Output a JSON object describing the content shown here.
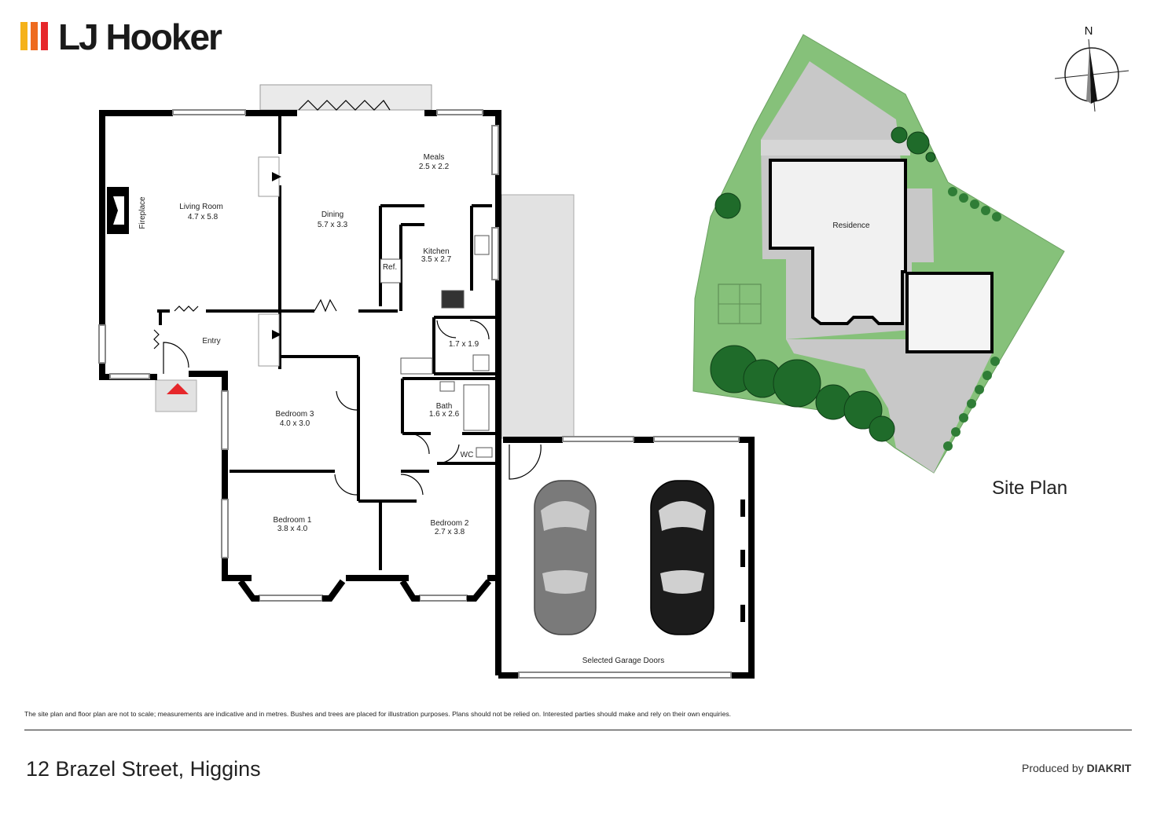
{
  "brand": {
    "name": "LJ Hooker",
    "bar_colors": [
      "#f5b21a",
      "#ee6b1f",
      "#e6272b"
    ]
  },
  "compass": {
    "label": "N"
  },
  "floor_plan": {
    "rooms": [
      {
        "name": "Living Room",
        "size": "4.7 x 5.8"
      },
      {
        "name": "Dining",
        "size": "5.7 x 3.3"
      },
      {
        "name": "Meals",
        "size": "2.5 x 2.2"
      },
      {
        "name": "Kitchen",
        "size": "3.5 x 2.7"
      },
      {
        "name": "Bedroom 3",
        "size": "4.0 x 3.0"
      },
      {
        "name": "Bedroom 1",
        "size": "3.8 x 4.0"
      },
      {
        "name": "Bedroom 2",
        "size": "2.7 x 3.8"
      },
      {
        "name": "Bath",
        "size": "1.6 x 2.6"
      }
    ],
    "labels": {
      "fireplace": "Fireplace",
      "entry": "Entry",
      "ref": "Ref.",
      "laundry_size": "1.7 x 1.9",
      "wc": "WC",
      "garage_doors": "Selected Garage Doors"
    },
    "colors": {
      "wall": "#000000",
      "entry_marker": "#e6272b",
      "car_grey": "#7a7a7a",
      "car_black": "#1c1c1c"
    }
  },
  "site_plan": {
    "title": "Site Plan",
    "residence_label": "Residence",
    "colors": {
      "lawn": "#86c17a",
      "paving": "#c8c8c8",
      "trees": "#1f6b2a"
    }
  },
  "footer": {
    "disclaimer": "The site plan and floor plan are not to scale; measurements are indicative and in metres. Bushes and trees are placed for illustration purposes. Plans should not be relied on. Interested parties should make and rely on their own enquiries.",
    "address": "12 Brazel Street, Higgins",
    "produced_prefix": "Produced by",
    "produced_brand": "DIAKRIT"
  }
}
